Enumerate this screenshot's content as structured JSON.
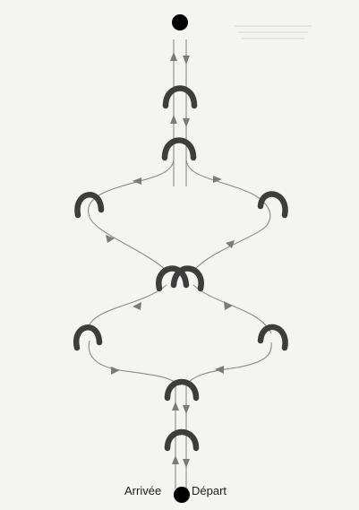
{
  "diagram": {
    "labels": {
      "arrival": "Arrivée",
      "departure": "Départ"
    },
    "colors": {
      "paper": "#f4f4f2",
      "route_line": "#8a8a8a",
      "arrow": "#7a7a7a",
      "jump": "#3d3d3d",
      "marker": "#000000"
    },
    "elements": {
      "start_marker": "filled-circle",
      "finish_marker": "filled-circle",
      "jumps": "horseshoe-arch",
      "jump_count": 10
    }
  }
}
